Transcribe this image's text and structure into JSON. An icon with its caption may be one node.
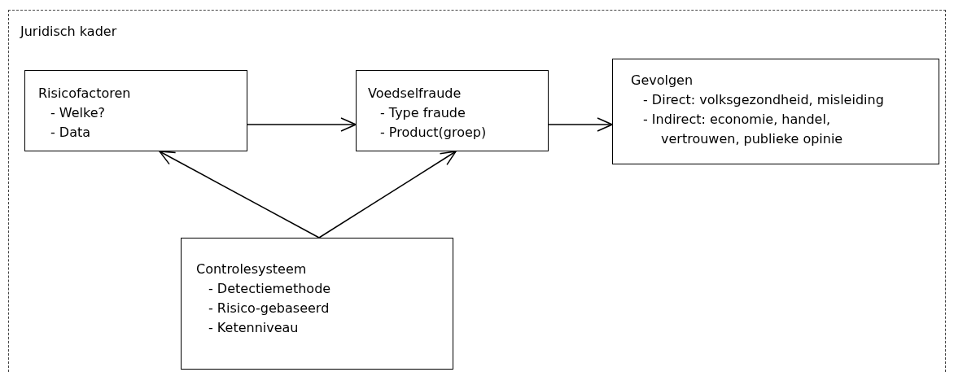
{
  "diagram": {
    "nodes": [
      {
        "text": [
          "Juridisch kader"
        ]
      },
      {
        "text": [
          "Risicofactoren",
          "- Welke?",
          "- Data"
        ],
        "in": 0
      },
      {
        "text": [
          "Voedselfraude",
          "- Type fraude",
          "- Product(groep)"
        ],
        "in": 0
      },
      {
        "text": [
          "Gevolgen",
          "- Direct: volksgezondheid, misleiding",
          "- Indirect: economie, handel, vertrouwen, publieke opinie"
        ],
        "in": 0
      },
      {
        "text": [
          "Controlesysteem",
          "- Detectiemethode",
          "- Risico-gebaseerd",
          "- Ketenniveau"
        ],
        "in": 0
      }
    ],
    "edges": [
      {
        "from": 1,
        "to": 2,
        "arrow": "to"
      },
      {
        "from": 2,
        "to": 3,
        "arrow": "to"
      },
      {
        "from": 4,
        "to": 1,
        "arrow": "to"
      },
      {
        "from": 4,
        "to": 2,
        "arrow": "to"
      }
    ]
  }
}
